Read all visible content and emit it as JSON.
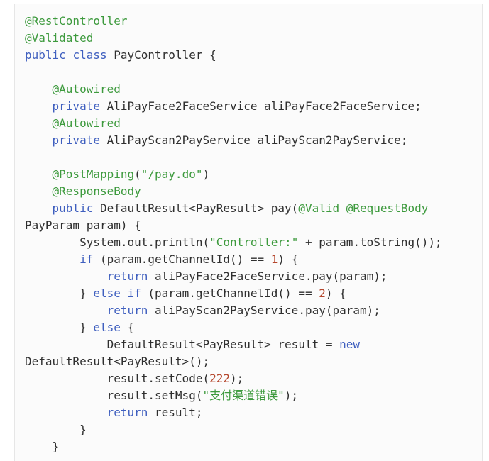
{
  "colors": {
    "a": "#3d9a3d",
    "k": "#3f5fbf",
    "s": "#3d9a3d",
    "n": "#b5462c",
    "p": "#2f2f2f"
  },
  "code": {
    "language": "java",
    "lines": [
      [
        {
          "k": "a",
          "t": "@RestController"
        }
      ],
      [
        {
          "k": "a",
          "t": "@Validated"
        }
      ],
      [
        {
          "k": "k",
          "t": "public"
        },
        {
          "k": "p",
          "t": " "
        },
        {
          "k": "k",
          "t": "class"
        },
        {
          "k": "p",
          "t": " PayController {"
        }
      ],
      [],
      [
        {
          "k": "p",
          "t": "    "
        },
        {
          "k": "a",
          "t": "@Autowired"
        }
      ],
      [
        {
          "k": "p",
          "t": "    "
        },
        {
          "k": "k",
          "t": "private"
        },
        {
          "k": "p",
          "t": " AliPayFace2FaceService aliPayFace2FaceService;"
        }
      ],
      [
        {
          "k": "p",
          "t": "    "
        },
        {
          "k": "a",
          "t": "@Autowired"
        }
      ],
      [
        {
          "k": "p",
          "t": "    "
        },
        {
          "k": "k",
          "t": "private"
        },
        {
          "k": "p",
          "t": " AliPayScan2PayService aliPayScan2PayService;"
        }
      ],
      [],
      [
        {
          "k": "p",
          "t": "    "
        },
        {
          "k": "a",
          "t": "@PostMapping"
        },
        {
          "k": "p",
          "t": "("
        },
        {
          "k": "s",
          "t": "\"/pay.do\""
        },
        {
          "k": "p",
          "t": ")"
        }
      ],
      [
        {
          "k": "p",
          "t": "    "
        },
        {
          "k": "a",
          "t": "@ResponseBody"
        }
      ],
      [
        {
          "k": "p",
          "t": "    "
        },
        {
          "k": "k",
          "t": "public"
        },
        {
          "k": "p",
          "t": " DefaultResult<PayResult> pay("
        },
        {
          "k": "a",
          "t": "@Valid"
        },
        {
          "k": "p",
          "t": " "
        },
        {
          "k": "a",
          "t": "@RequestBody"
        }
      ],
      [
        {
          "k": "p",
          "t": "PayParam param) {"
        }
      ],
      [
        {
          "k": "p",
          "t": "        System.out.println("
        },
        {
          "k": "s",
          "t": "\"Controller:\""
        },
        {
          "k": "p",
          "t": " + param.toString());"
        }
      ],
      [
        {
          "k": "p",
          "t": "        "
        },
        {
          "k": "k",
          "t": "if"
        },
        {
          "k": "p",
          "t": " (param.getChannelId() == "
        },
        {
          "k": "n",
          "t": "1"
        },
        {
          "k": "p",
          "t": ") {"
        }
      ],
      [
        {
          "k": "p",
          "t": "            "
        },
        {
          "k": "k",
          "t": "return"
        },
        {
          "k": "p",
          "t": " aliPayFace2FaceService.pay(param);"
        }
      ],
      [
        {
          "k": "p",
          "t": "        } "
        },
        {
          "k": "k",
          "t": "else"
        },
        {
          "k": "p",
          "t": " "
        },
        {
          "k": "k",
          "t": "if"
        },
        {
          "k": "p",
          "t": " (param.getChannelId() == "
        },
        {
          "k": "n",
          "t": "2"
        },
        {
          "k": "p",
          "t": ") {"
        }
      ],
      [
        {
          "k": "p",
          "t": "            "
        },
        {
          "k": "k",
          "t": "return"
        },
        {
          "k": "p",
          "t": " aliPayScan2PayService.pay(param);"
        }
      ],
      [
        {
          "k": "p",
          "t": "        } "
        },
        {
          "k": "k",
          "t": "else"
        },
        {
          "k": "p",
          "t": " {"
        }
      ],
      [
        {
          "k": "p",
          "t": "            DefaultResult<PayResult> result = "
        },
        {
          "k": "k",
          "t": "new"
        }
      ],
      [
        {
          "k": "p",
          "t": "DefaultResult<PayResult>();"
        }
      ],
      [
        {
          "k": "p",
          "t": "            result.setCode("
        },
        {
          "k": "n",
          "t": "222"
        },
        {
          "k": "p",
          "t": ");"
        }
      ],
      [
        {
          "k": "p",
          "t": "            result.setMsg("
        },
        {
          "k": "s",
          "t": "\"支付渠道错误\""
        },
        {
          "k": "p",
          "t": ");"
        }
      ],
      [
        {
          "k": "p",
          "t": "            "
        },
        {
          "k": "k",
          "t": "return"
        },
        {
          "k": "p",
          "t": " result;"
        }
      ],
      [
        {
          "k": "p",
          "t": "        }"
        }
      ],
      [
        {
          "k": "p",
          "t": "    }"
        }
      ]
    ]
  }
}
